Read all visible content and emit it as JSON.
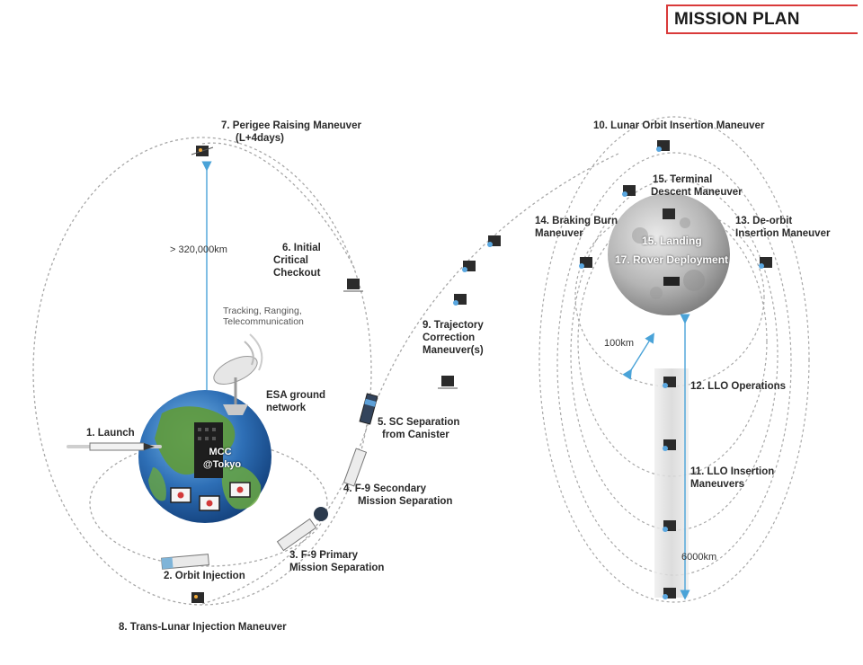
{
  "title": "MISSION PLAN",
  "labels": {
    "perigee_raising": "7. Perigee Raising Maneuver",
    "perigee_time": "(L+4days)",
    "distance": "> 320,000km",
    "initial_checkout_1": "6. Initial",
    "initial_checkout_2": "Critical",
    "initial_checkout_3": "Checkout",
    "tracking_1": "Tracking, Ranging,",
    "tracking_2": "Telecommunication",
    "esa_1": "ESA ground",
    "esa_2": "network",
    "launch": "1. Launch",
    "mcc_1": "MCC",
    "mcc_2": "@Tokyo",
    "orbit_injection": "2. Orbit Injection",
    "tli": "8. Trans-Lunar Injection Maneuver",
    "primary_sep_1": "3. F-9 Primary",
    "primary_sep_2": "Mission Separation",
    "secondary_sep_1": "4. F-9 Secondary",
    "secondary_sep_2": "Mission Separation",
    "sc_sep_1": "5. SC Separation",
    "sc_sep_2": "from Canister",
    "tcm_1": "9. Trajectory",
    "tcm_2": "Correction",
    "tcm_3": "Maneuver(s)",
    "loi": "10. Lunar Orbit Insertion Maneuver",
    "terminal_1": "15. Terminal",
    "terminal_2": "Descent Maneuver",
    "braking_1": "14. Braking Burn",
    "braking_2": "Maneuver",
    "deorbit_1": "13. De-orbit",
    "deorbit_2": "Insertion Maneuver",
    "landing": "15. Landing",
    "rover": "17. Rover Deployment",
    "alt100": "100km",
    "llo_ops": "12. LLO Operations",
    "llo_ins_1": "11. LLO Insertion",
    "llo_ins_2": "Maneuvers",
    "alt6000": "6000km"
  },
  "colors": {
    "title_border": "#d93a3a",
    "orbit_dashed": "#9a9a9a",
    "distance_arrow": "#4aa3d8",
    "earth_ocean": "#2e6fb6",
    "earth_land": "#5f9a3a",
    "moon": "#b9b9b9"
  }
}
